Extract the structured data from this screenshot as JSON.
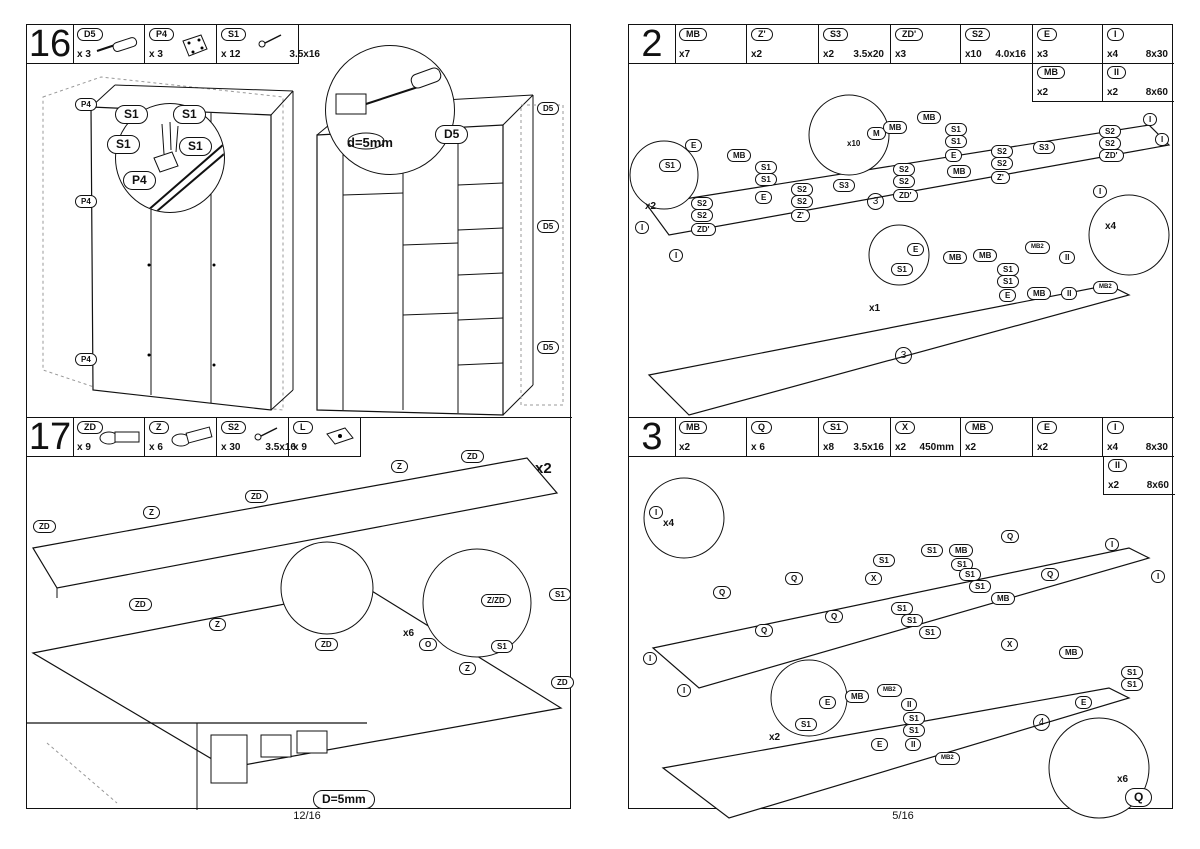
{
  "left": {
    "page_number": "12/16",
    "step16": {
      "number": "16",
      "parts": [
        {
          "code": "D5",
          "qty": "x 3",
          "size": "",
          "icon": "dowel-screw-icon"
        },
        {
          "code": "P4",
          "qty": "x 3",
          "size": "",
          "icon": "plate-icon"
        },
        {
          "code": "S1",
          "qty": "x 12",
          "size": "3.5x16",
          "icon": "screw-icon"
        }
      ],
      "callouts": {
        "p4_a": "P4",
        "p4_b": "P4",
        "p4_c": "P4",
        "s1_a": "S1",
        "s1_b": "S1",
        "s1_c": "S1",
        "s1_d": "S1",
        "p4_detail": "P4",
        "d5_a": "D5",
        "d5_b": "D5",
        "d5_c": "D5",
        "d5_detail": "D5"
      },
      "drill_note": "d=5mm"
    },
    "step17": {
      "number": "17",
      "parts": [
        {
          "code": "ZD",
          "qty": "x 9",
          "size": "",
          "icon": "hinge-icon"
        },
        {
          "code": "Z",
          "qty": "x 6",
          "size": "",
          "icon": "hinge-icon"
        },
        {
          "code": "S2",
          "qty": "x 30",
          "size": "3.5x16",
          "icon": "screw-icon"
        },
        {
          "code": "L",
          "qty": "x 9",
          "size": "",
          "icon": "hinge-plate-icon"
        }
      ],
      "multiplier": "x2",
      "callouts": {
        "z": "Z",
        "zd": "ZD",
        "o": "O",
        "s1": "S1",
        "zzd": "Z/ZD",
        "x6": "x6"
      },
      "drill_note": "D=5mm"
    }
  },
  "right": {
    "page_number": "5/16",
    "step2": {
      "number": "2",
      "parts": [
        {
          "code": "MB",
          "qty": "x7",
          "size": "",
          "icon": "bolt-icon"
        },
        {
          "code": "Z'",
          "qty": "x2",
          "size": "",
          "icon": "connector-icon"
        },
        {
          "code": "S3",
          "qty": "x2",
          "size": "3.5x20",
          "icon": "screw-icon"
        },
        {
          "code": "ZD'",
          "qty": "x3",
          "size": "",
          "icon": "connector-icon"
        },
        {
          "code": "S2",
          "qty": "x10",
          "size": "4.0x16",
          "icon": "screw-icon"
        },
        {
          "code": "E",
          "qty": "x3",
          "size": "",
          "icon": "cam-lock-icon"
        },
        {
          "code": "I",
          "qty": "x4",
          "size": "8x30",
          "icon": "dowel-icon"
        }
      ],
      "extra_parts": [
        {
          "code": "MB",
          "qty": "x2",
          "size": "",
          "icon": "bolt-icon"
        },
        {
          "code": "II",
          "qty": "x2",
          "size": "8x60",
          "icon": "dowel-icon"
        }
      ],
      "callouts": {
        "m": "M",
        "x10": "x10",
        "x2": "x2",
        "x1": "x1",
        "x4": "x4",
        "mb": "MB",
        "mb2": "MB2",
        "s1": "S1",
        "s2": "S2",
        "s3": "S3",
        "e": "E",
        "i": "I",
        "ii": "II",
        "z": "Z'",
        "zd": "ZD'",
        "panel3": "3"
      }
    },
    "step3": {
      "number": "3",
      "parts": [
        {
          "code": "MB",
          "qty": "x2",
          "size": "",
          "icon": "bolt-icon"
        },
        {
          "code": "Q",
          "qty": "x 6",
          "size": "",
          "icon": "peg-icon"
        },
        {
          "code": "S1",
          "qty": "x8",
          "size": "3.5x16",
          "icon": "screw-icon"
        },
        {
          "code": "X",
          "qty": "x2",
          "size": "450mm",
          "icon": "rail-icon"
        },
        {
          "code": "MB",
          "qty": "x2",
          "size": "",
          "icon": "bolt-icon"
        },
        {
          "code": "E",
          "qty": "x2",
          "size": "",
          "icon": "cam-lock-icon"
        },
        {
          "code": "I",
          "qty": "x4",
          "size": "8x30",
          "icon": "dowel-icon"
        }
      ],
      "extra_parts": [
        {
          "code": "II",
          "qty": "x2",
          "size": "8x60",
          "icon": "dowel-icon"
        }
      ],
      "callouts": {
        "i": "I",
        "x4": "x4",
        "q": "Q",
        "s1": "S1",
        "mb": "MB",
        "mb2": "MB2",
        "x": "X",
        "e": "E",
        "ii": "II",
        "x2": "x2",
        "x6": "x6",
        "panel4": "4"
      }
    }
  }
}
